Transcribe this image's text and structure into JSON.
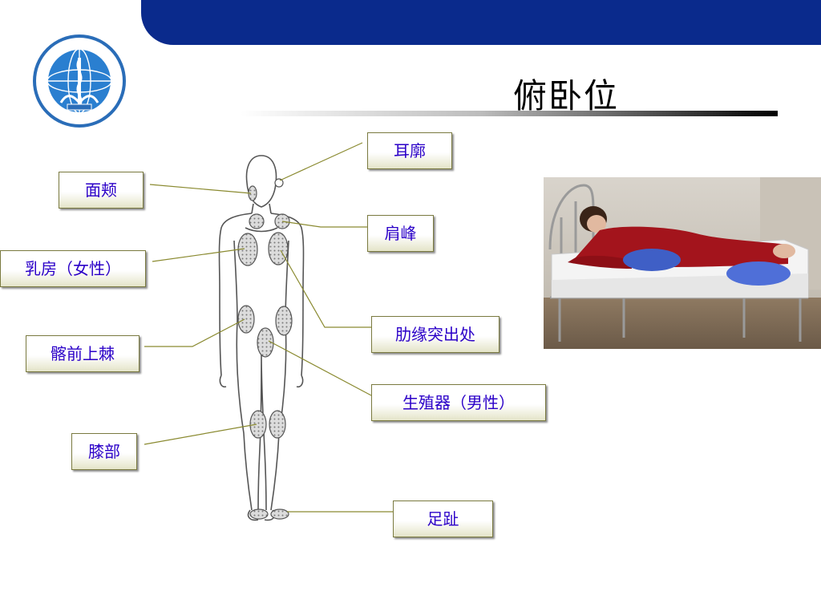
{
  "title": "俯卧位",
  "colors": {
    "header_bar": "#0a2a8c",
    "label_text": "#2b00c8",
    "label_border": "#7a7a40",
    "connector_line": "#8a8a30",
    "pressure_point_fill": "#d8d8d8"
  },
  "logo": {
    "icon": "college-emblem-icon"
  },
  "labels": {
    "ear": "耳廓",
    "cheek": "面颊",
    "shoulder": "肩峰",
    "breast": "乳房（女性）",
    "rib": "肋缘突出处",
    "iliac": "髂前上棘",
    "genital": "生殖器（男性）",
    "knee": "膝部",
    "toe": "足趾"
  },
  "photo": {
    "icon": "prone-patient-on-bed-photo"
  }
}
